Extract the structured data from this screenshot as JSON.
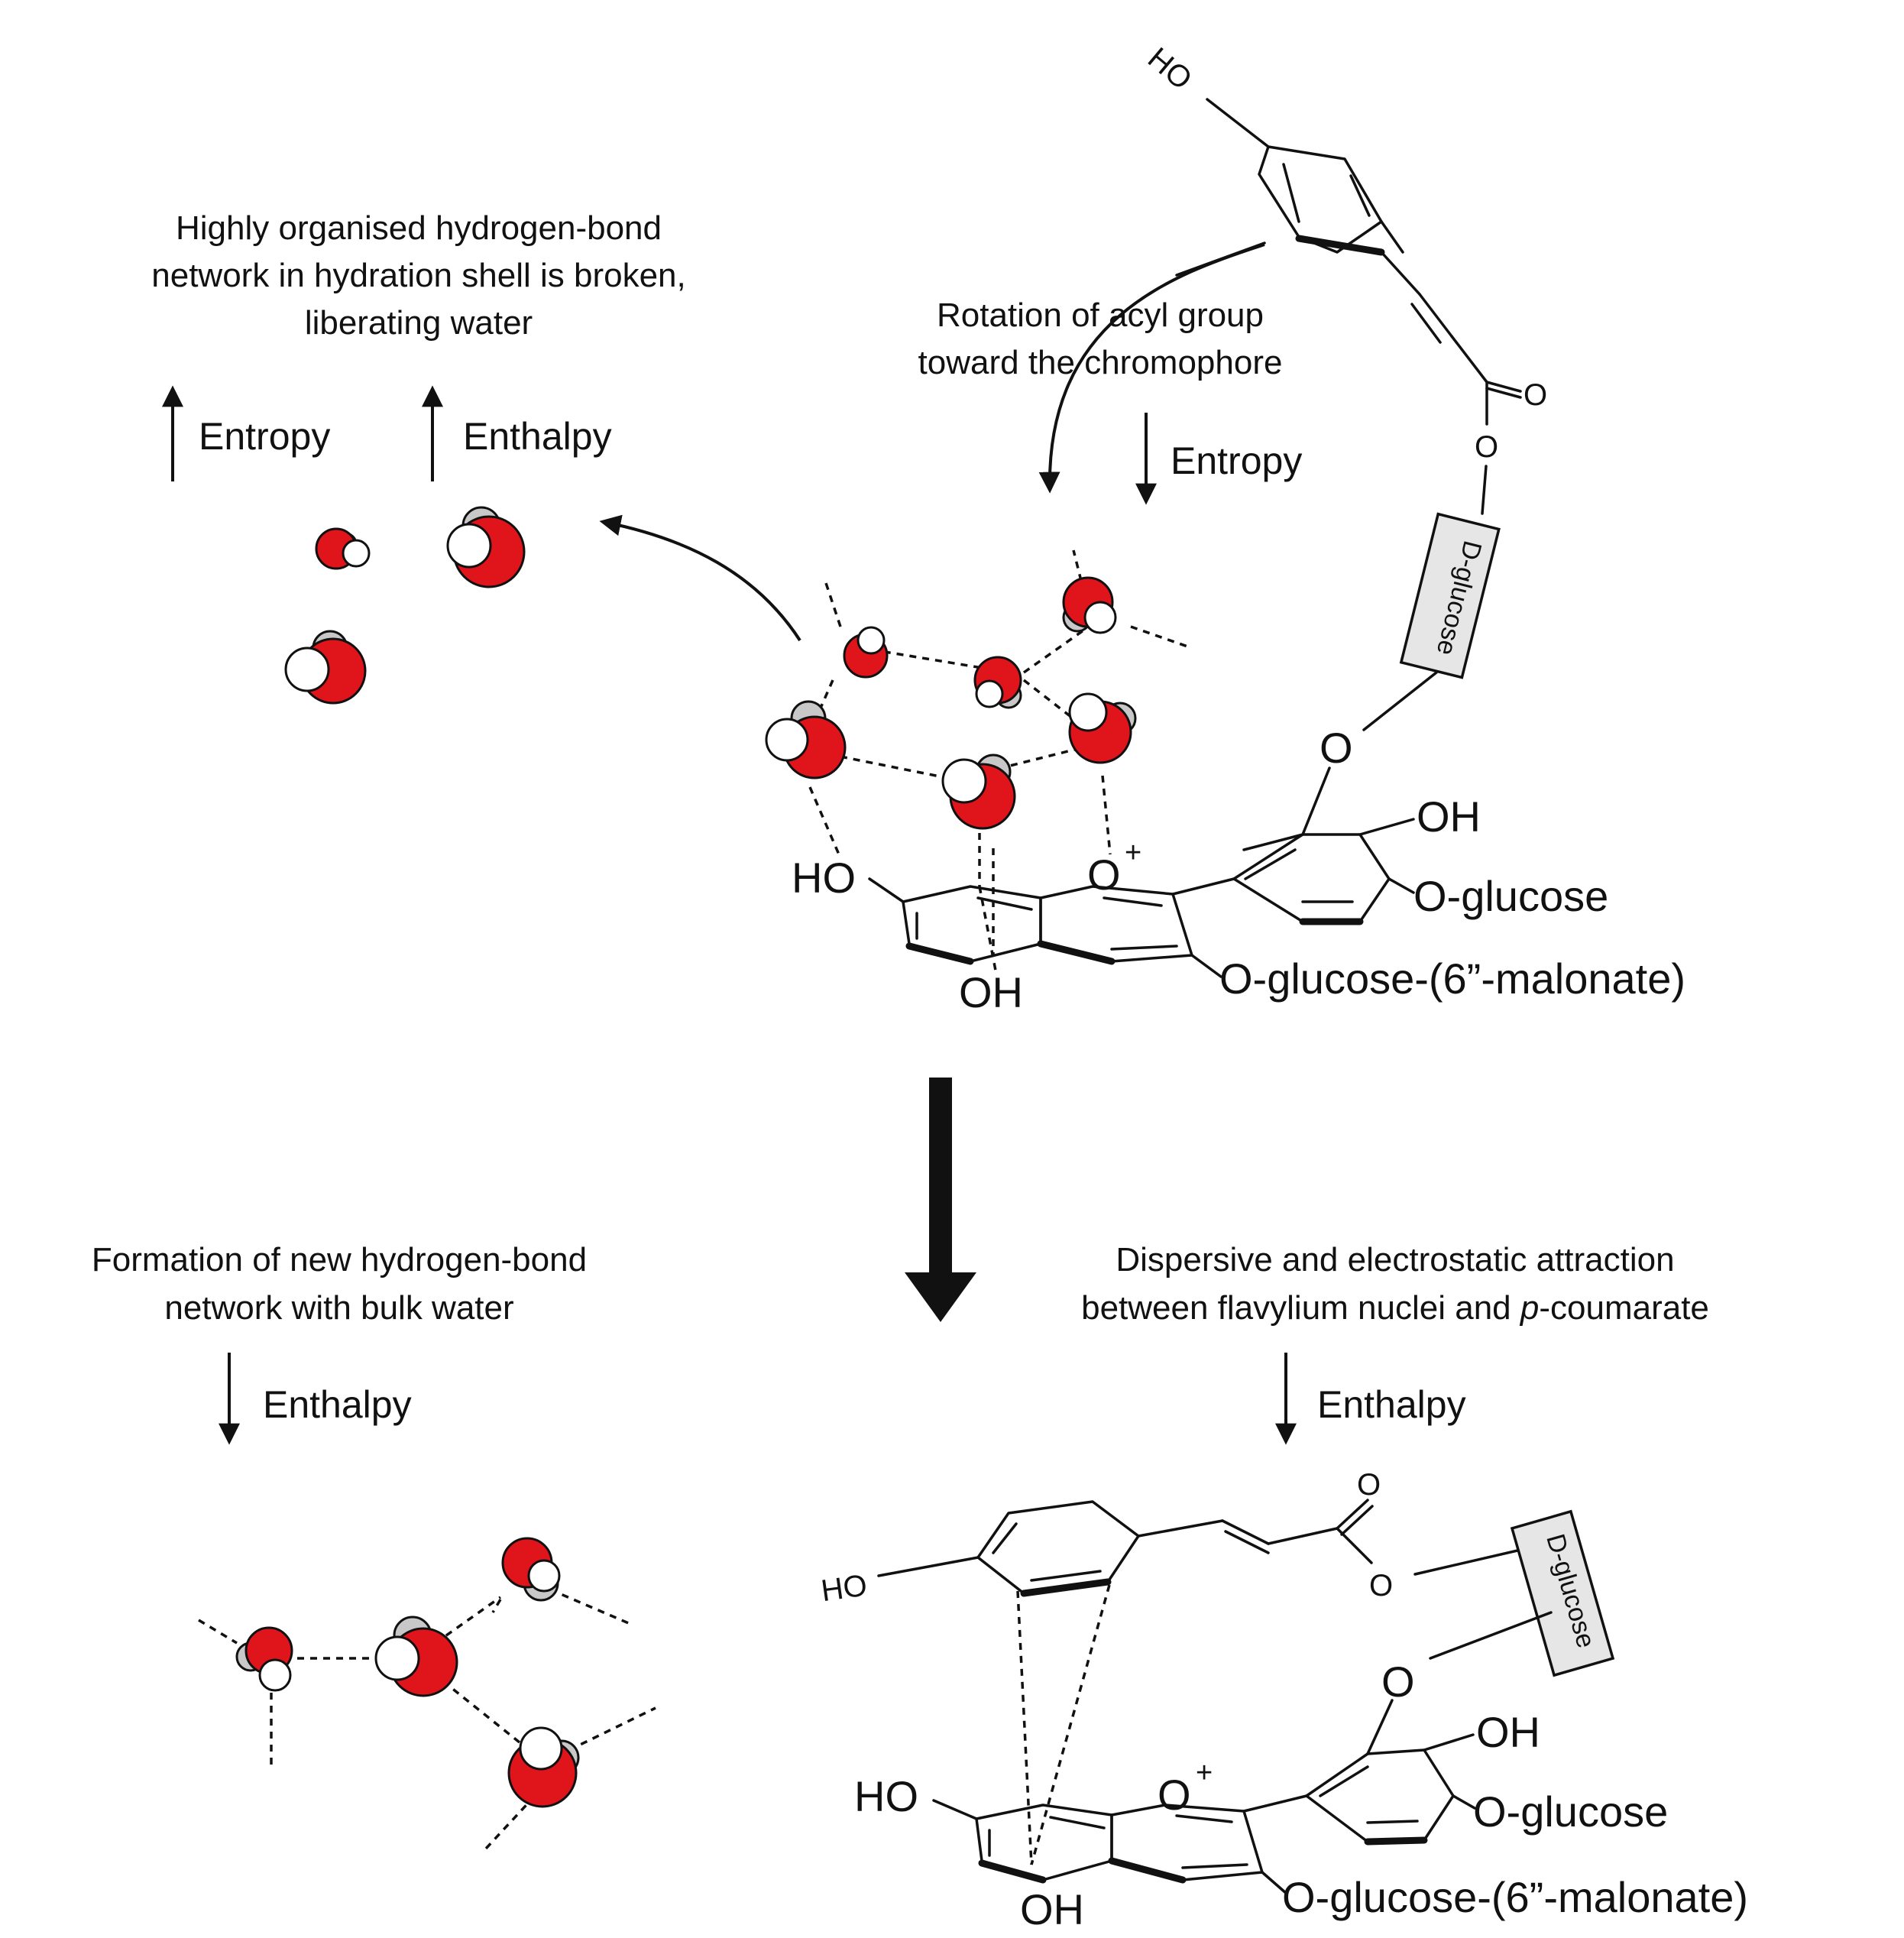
{
  "captions": {
    "hbond_broken": [
      "Highly organised hydrogen-bond",
      "network in hydration shell is broken,",
      "liberating water"
    ],
    "rotation": [
      "Rotation of acyl group",
      "toward the chromophore"
    ],
    "new_network": [
      "Formation of new hydrogen-bond",
      "network with bulk water"
    ],
    "attraction_line1": "Dispersive and electrostatic attraction",
    "attraction_line2_prefix": "between flavylium nuclei and ",
    "attraction_line2_italic": "p",
    "attraction_line2_suffix": "-coumarate"
  },
  "thermo": {
    "entropy_up": "Entropy",
    "enthalpy_up": "Enthalpy",
    "entropy_down": "Entropy",
    "enthalpy_down_left": "Enthalpy",
    "enthalpy_down_right": "Enthalpy"
  },
  "top_molecule": {
    "ho_coumarate": "HO",
    "ester_o1": "O",
    "ester_o2": "O",
    "sugar": "D-glucose",
    "linker_o": "O",
    "oh_b_ring": "OH",
    "o_glucose": "O-glucose",
    "o_glucose_malonate": "O-glucose-(6”-malonate)",
    "ho_a_ring": "HO",
    "oh_a_ring": "OH",
    "oxonium": "O",
    "plus": "+"
  },
  "bottom_molecule": {
    "ho_coumarate": "HO",
    "ester_o1": "O",
    "ester_o2": "O",
    "sugar": "D-glucose",
    "linker_o": "O",
    "oh_b_ring": "OH",
    "o_glucose": "O-glucose",
    "o_glucose_malonate": "O-glucose-(6”-malonate)",
    "ho_a_ring": "HO",
    "oh_a_ring": "OH",
    "oxonium": "O",
    "plus": "+"
  },
  "colors": {
    "oxygen": "#e0141b",
    "hydrogen": "#ffffff",
    "hydrogen_back": "#c8c8c8",
    "ink": "#111111"
  }
}
